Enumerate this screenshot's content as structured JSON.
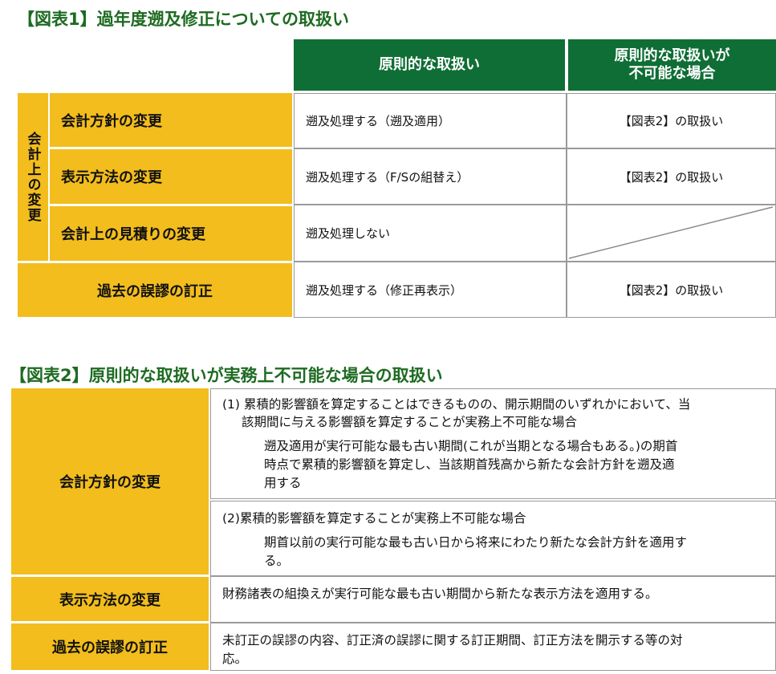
{
  "table1": {
    "heading": "【図表1】過年度遡及修正についての取扱い",
    "col_principle": "原則的な取扱い",
    "col_impracticable_line1": "原則的な取扱いが",
    "col_impracticable_line2": "不可能な場合",
    "group_label": "会計上の変更",
    "rows": [
      {
        "label": "会計方針の変更",
        "principle": "遡及処理する（遡及適用）",
        "impracticable": "【図表2】の取扱い"
      },
      {
        "label": "表示方法の変更",
        "principle": "遡及処理する（F/Sの組替え）",
        "impracticable": "【図表2】の取扱い"
      },
      {
        "label": "会計上の見積りの変更",
        "principle": "遡及処理しない",
        "impracticable": ""
      },
      {
        "label": "過去の誤謬の訂正",
        "principle": "遡及処理する（修正再表示）",
        "impracticable": "【図表2】の取扱い"
      }
    ]
  },
  "table2": {
    "heading": "【図表2】原則的な取扱いが実務上不可能な場合の取扱い",
    "rows": [
      {
        "label": "会計方針の変更",
        "case1_title_line1": "(1) 累積的影響額を算定することはできるものの、開示期間のいずれかにおいて、当",
        "case1_title_line2": "該期間に与える影響額を算定することが実務上不可能な場合",
        "case1_body_line1": "遡及適用が実行可能な最も古い期間(これが当期となる場合もある。)の期首",
        "case1_body_line2": "時点で累積的影響額を算定し、当該期首残高から新たな会計方針を遡及適",
        "case1_body_line3": "用する",
        "case2_title": "(2)累積的影響額を算定することが実務上不可能な場合",
        "case2_body_line1": "期首以前の実行可能な最も古い日から将来にわたり新たな会計方針を適用す",
        "case2_body_line2": "る。"
      },
      {
        "label": "表示方法の変更",
        "text": "財務諸表の組換えが実行可能な最も古い期間から新たな表示方法を適用する。"
      },
      {
        "label": "過去の誤謬の訂正",
        "text_line1": "未訂正の誤謬の内容、訂正済の誤謬に関する訂正期間、訂正方法を開示する等の対",
        "text_line2": "応。"
      }
    ]
  }
}
